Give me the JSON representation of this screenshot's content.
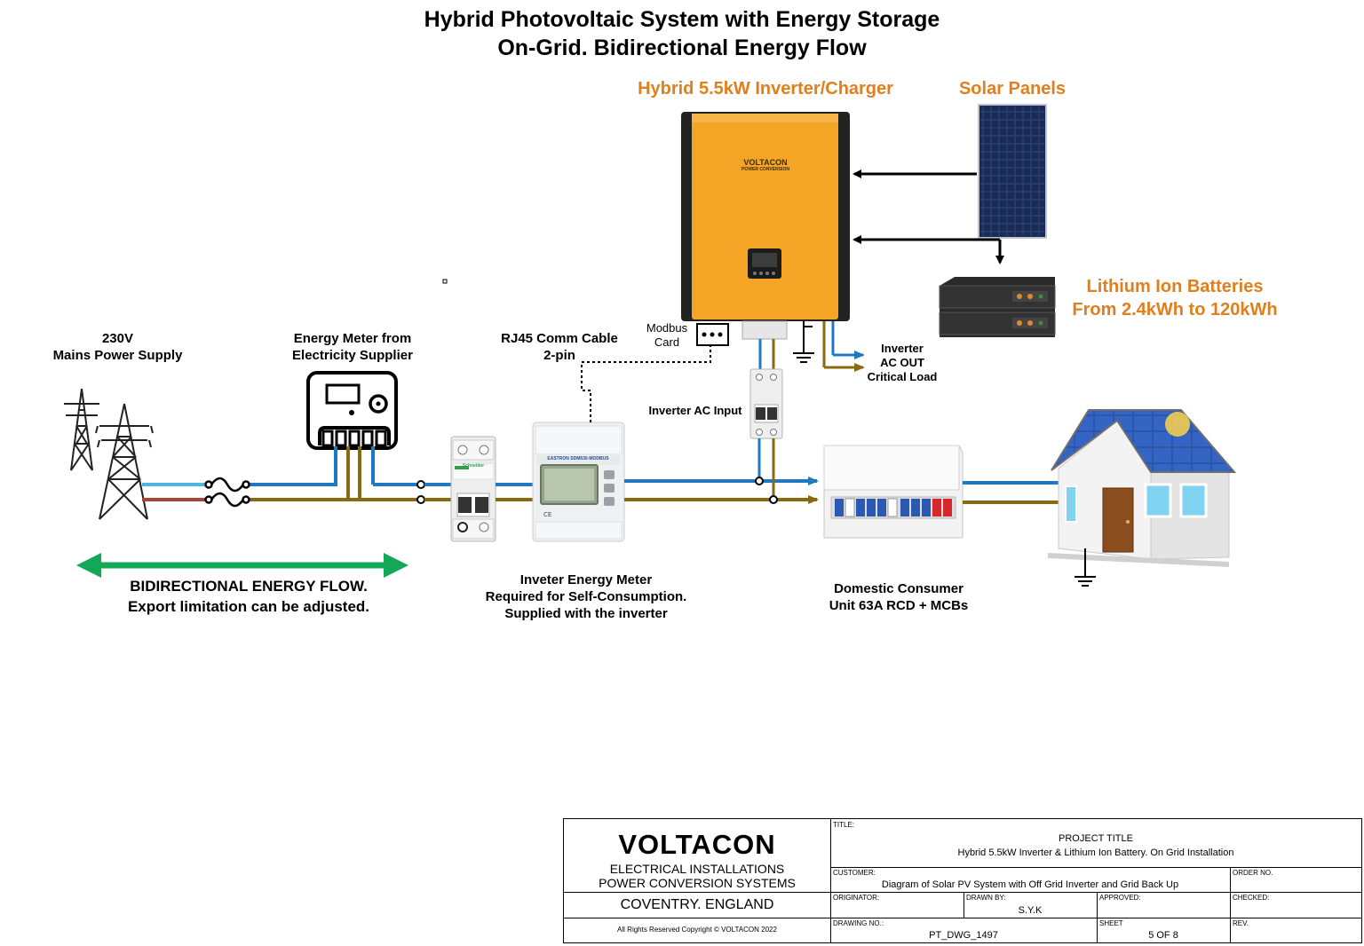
{
  "title": {
    "line1": "Hybrid Photovoltaic System with Energy Storage",
    "line2": "On-Grid. Bidirectional Energy Flow"
  },
  "inverter": {
    "heading": "Hybrid 5.5kW Inverter/Charger",
    "brand": "VOLTACON",
    "brand_sub": "POWER CONVERSION"
  },
  "solar": {
    "heading": "Solar Panels"
  },
  "battery": {
    "line1": "Lithium Ion  Batteries",
    "line2": "From 2.4kWh to 120kWh"
  },
  "mains": {
    "line1": "230V",
    "line2": "Mains Power Supply"
  },
  "supplier_meter": {
    "line1": "Energy Meter from",
    "line2": "Electricity Supplier"
  },
  "rj45": {
    "line1": "RJ45 Comm Cable",
    "line2": "2-pin"
  },
  "modbus": {
    "line1": "Modbus",
    "line2": "Card"
  },
  "ac_out": {
    "line1": "Inverter",
    "line2": "AC OUT",
    "line3": "Critical Load"
  },
  "ac_input": {
    "label": "Inverter AC Input"
  },
  "flow": {
    "line1": "BIDIRECTIONAL ENERGY FLOW.",
    "line2": "Export limitation can be adjusted."
  },
  "inv_meter": {
    "line1": "Inveter Energy Meter",
    "line2": "Required for Self-Consumption.",
    "line3": "Supplied with the inverter",
    "brand": "EASTRON",
    "model": "SDM630-MODBUS"
  },
  "consumer_unit": {
    "line1": "Domestic Consumer",
    "line2": "Unit 63A RCD + MCBs"
  },
  "breaker": {
    "brand": "Schneider"
  },
  "colors": {
    "orange": "#e07f1d",
    "live_blue": "#1f78c1",
    "neutral_brown": "#8a6a10",
    "grid_blue": "#4fb6e0",
    "grid_red": "#a8443a",
    "flow_green": "#13a857",
    "inverter_yellow": "#f4a525"
  },
  "title_block": {
    "company": "VOLTACON",
    "tagline1": "ELECTRICAL INSTALLATIONS",
    "tagline2": "POWER CONVERSION SYSTEMS",
    "location": "COVENTRY. ENGLAND",
    "copyright": "All Rights Reserved Copyright © VOLTACON 2022",
    "title_hdr": "TITLE:",
    "project_title": "PROJECT TITLE",
    "project_desc": "Hybrid 5.5kW Inverter & Lithium Ion Battery. On Grid Installation",
    "customer_hdr": "CUSTOMER:",
    "customer_desc": "Diagram of Solar PV System with Off Grid Inverter and Grid Back Up",
    "order_hdr": "ORDER NO.",
    "originator_hdr": "ORIGINATOR:",
    "drawn_hdr": "DRAWN BY:",
    "drawn_val": "S.Y.K",
    "approved_hdr": "APPROVED:",
    "checked_hdr": "CHECKED:",
    "drawing_hdr": "DRAWING NO.:",
    "drawing_val": "PT_DWG_1497",
    "sheet_hdr": "SHEET",
    "sheet_val": "5 OF 8",
    "rev_hdr": "REV."
  }
}
